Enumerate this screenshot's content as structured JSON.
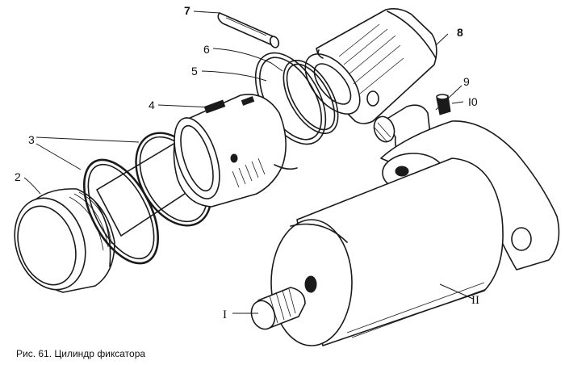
{
  "figure": {
    "caption": "Рис. 61. Цилиндр фиксатора"
  },
  "callouts": [
    {
      "key": "c1",
      "text": "I"
    },
    {
      "key": "c2",
      "text": "2"
    },
    {
      "key": "c3",
      "text": "3"
    },
    {
      "key": "c4",
      "text": "4"
    },
    {
      "key": "c5",
      "text": "5"
    },
    {
      "key": "c6",
      "text": "6"
    },
    {
      "key": "c7",
      "text": "7"
    },
    {
      "key": "c8",
      "text": "8"
    },
    {
      "key": "c9",
      "text": "9"
    },
    {
      "key": "c10",
      "text": "I0"
    },
    {
      "key": "c11",
      "text": "II"
    }
  ]
}
